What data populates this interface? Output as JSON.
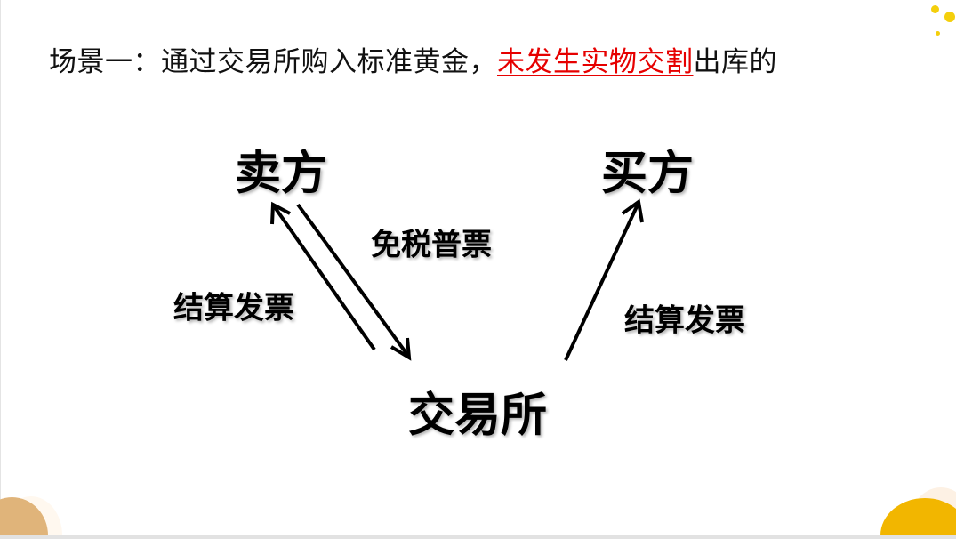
{
  "slide": {
    "title_prefix": "场景一：通过交易所购入标准黄金，",
    "title_highlight": "未发生实物交割",
    "title_suffix": "出库的"
  },
  "diagram": {
    "seller": "卖方",
    "buyer": "买方",
    "exchange": "交易所",
    "seller_to_exchange_label": "免税普票",
    "exchange_to_seller_label": "结算发票",
    "exchange_to_buyer_label": "结算发票"
  },
  "colors": {
    "highlight": "#e60000",
    "accent_yellow": "#f4cf0c",
    "accent_orange": "#f2b600",
    "accent_tan": "#e0b47a"
  }
}
